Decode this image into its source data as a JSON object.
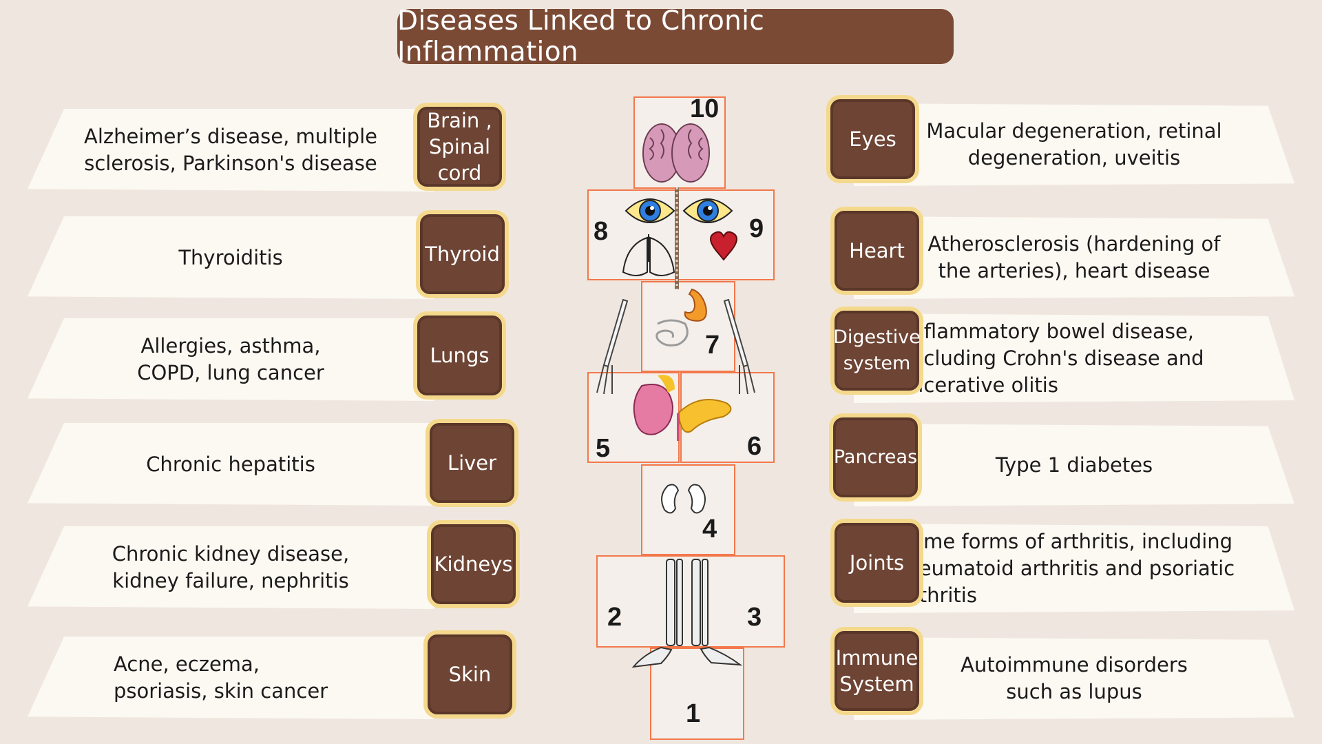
{
  "title": "Diseases Linked to Chronic Inflammation",
  "left": [
    {
      "organ": "Brain , Spinal cord",
      "diseases": "Alzheimer’s disease, multiple sclerosis, Parkinson's disease"
    },
    {
      "organ": "Thyroid",
      "diseases": "Thyroiditis"
    },
    {
      "organ": "Lungs",
      "diseases": "Allergies, asthma, COPD, lung cancer"
    },
    {
      "organ": "Liver",
      "diseases": "Chronic hepatitis"
    },
    {
      "organ": "Kidneys",
      "diseases": "Chronic kidney disease, kidney failure, nephritis"
    },
    {
      "organ": "Skin",
      "diseases": "Acne, eczema, psoriasis, skin cancer"
    }
  ],
  "right": [
    {
      "organ": "Eyes",
      "diseases": "Macular degeneration, retinal degeneration, uveitis"
    },
    {
      "organ": "Heart",
      "diseases": "Atherosclerosis (hardening of the arteries), heart disease"
    },
    {
      "organ": "Digestive system",
      "diseases": "Inflammatory bowel disease, including Crohn's disease and ulcerative olitis"
    },
    {
      "organ": "Pancreas",
      "diseases": "Type 1 diabetes"
    },
    {
      "organ": "Joints",
      "diseases": "Some forms of arthritis, including rheumatoid arthritis and psoriatic arthritis"
    },
    {
      "organ": "Immune System",
      "diseases": "Autoimmune disorders such as lupus"
    }
  ],
  "numbers": [
    "1",
    "2",
    "3",
    "4",
    "5",
    "6",
    "7",
    "8",
    "9",
    "10"
  ],
  "colors": {
    "background": "#efe7df",
    "title_bg": "#7b4a35",
    "organ_bg": "#6e4434",
    "organ_border": "#f4d98d",
    "band": "#fcf8f2",
    "tile_border": "#f2784b"
  }
}
